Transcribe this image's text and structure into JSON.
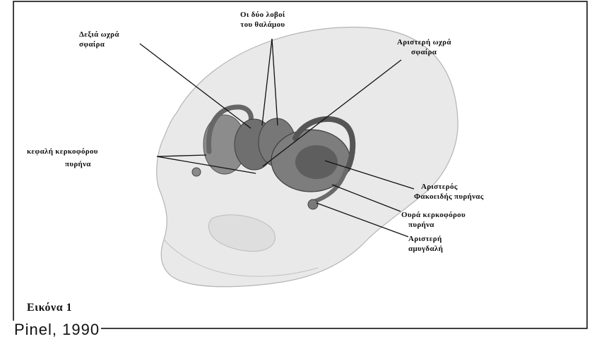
{
  "labels": {
    "right_hemisphere": [
      "Δεξιά ωχρά",
      "σφαίρα"
    ],
    "thalamus_lobes": [
      "Οι δύο λοβοί",
      "του θαλάμου"
    ],
    "left_hemisphere": [
      "Αριστερή ωχρά",
      "σφαίρα"
    ],
    "caudate_head": [
      "κεφαλή κερκοφόρου",
      "πυρήνα"
    ],
    "left_lentiform": [
      "Αριστερός",
      "Φακοειδής πυρήνας"
    ],
    "caudate_tail": [
      "Ουρά κερκοφόρου",
      "πυρήνα"
    ],
    "left_amygdala": [
      "Αριστερή",
      "αμυγδαλή"
    ]
  },
  "caption": "Εικόνα 1",
  "source": "Pinel, 1990"
}
